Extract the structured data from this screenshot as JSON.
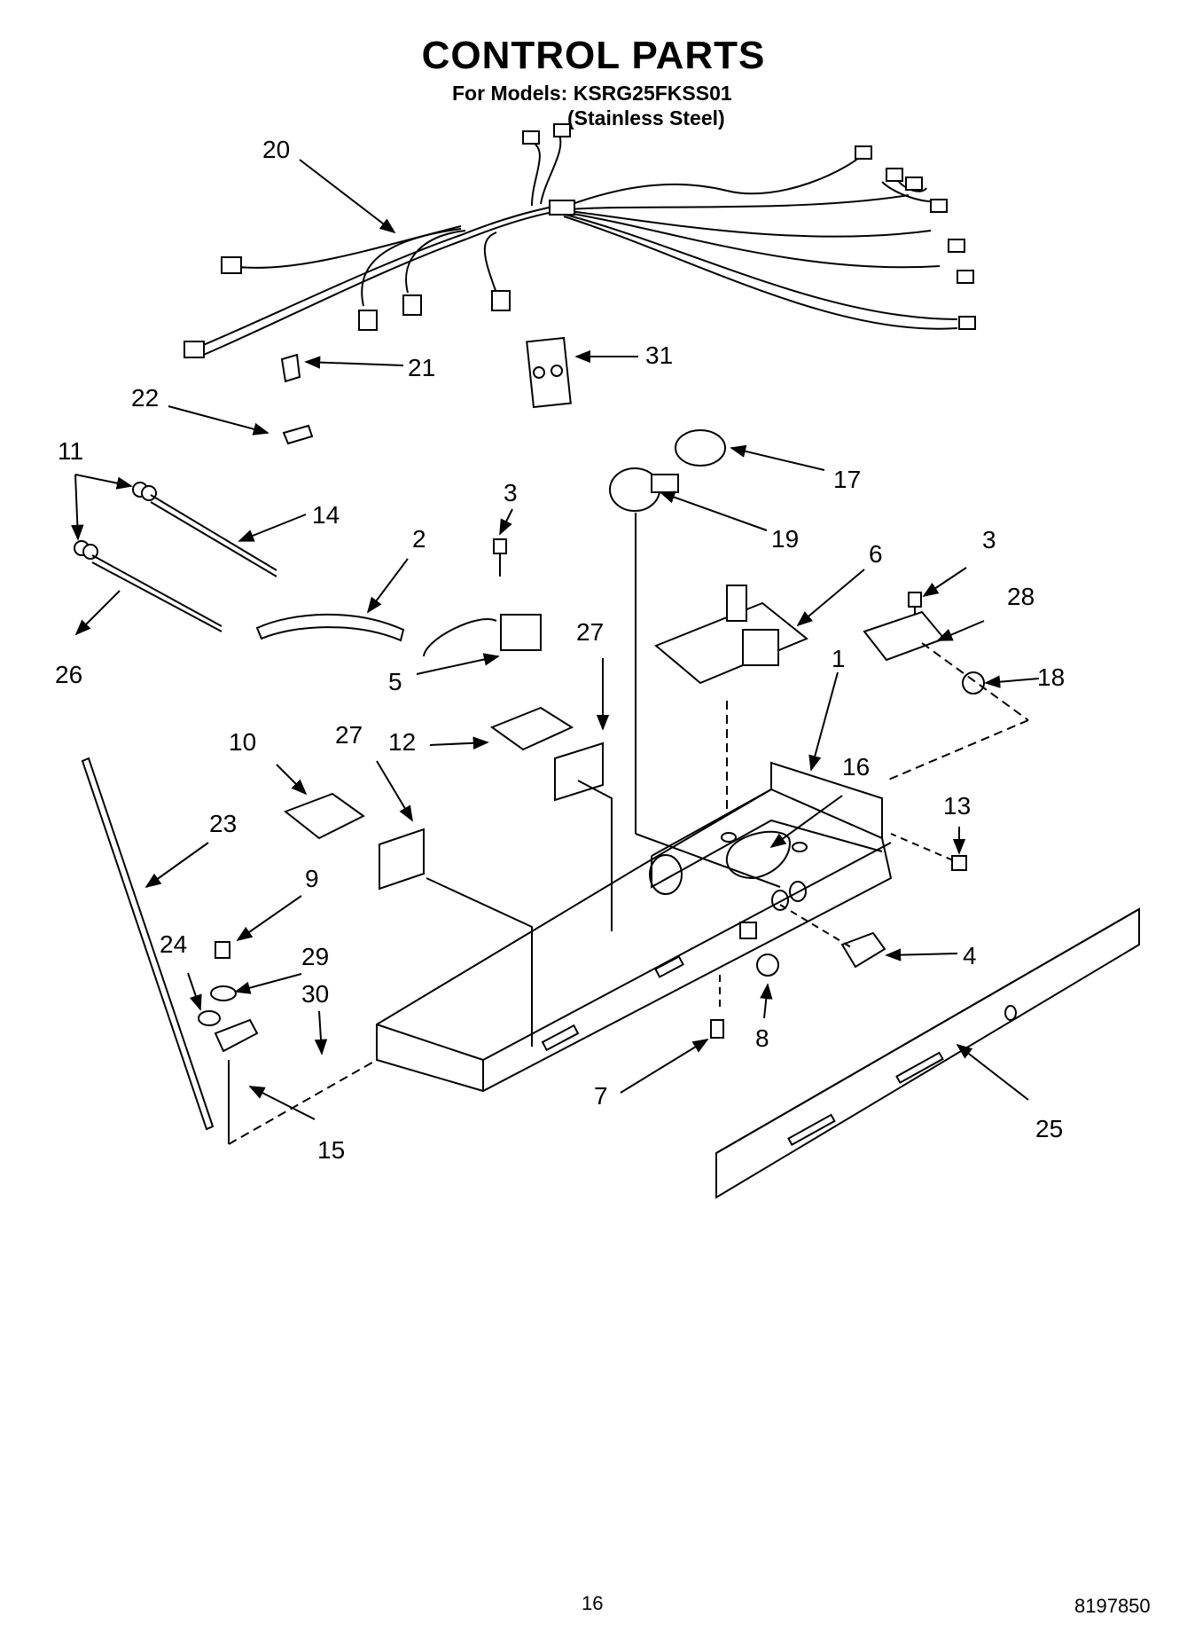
{
  "header": {
    "title": "CONTROL PARTS",
    "models_line": "For Models: KSRG25FKSS01",
    "variant_line": "(Stainless Steel)"
  },
  "callouts": [
    "20",
    "21",
    "31",
    "22",
    "11",
    "14",
    "3",
    "17",
    "19",
    "2",
    "26",
    "5",
    "6",
    "3",
    "28",
    "27",
    "18",
    "1",
    "10",
    "27",
    "12",
    "23",
    "16",
    "13",
    "9",
    "29",
    "24",
    "30",
    "4",
    "8",
    "7",
    "15",
    "25"
  ],
  "footer": {
    "page_number": "16",
    "doc_number": "8197850"
  }
}
